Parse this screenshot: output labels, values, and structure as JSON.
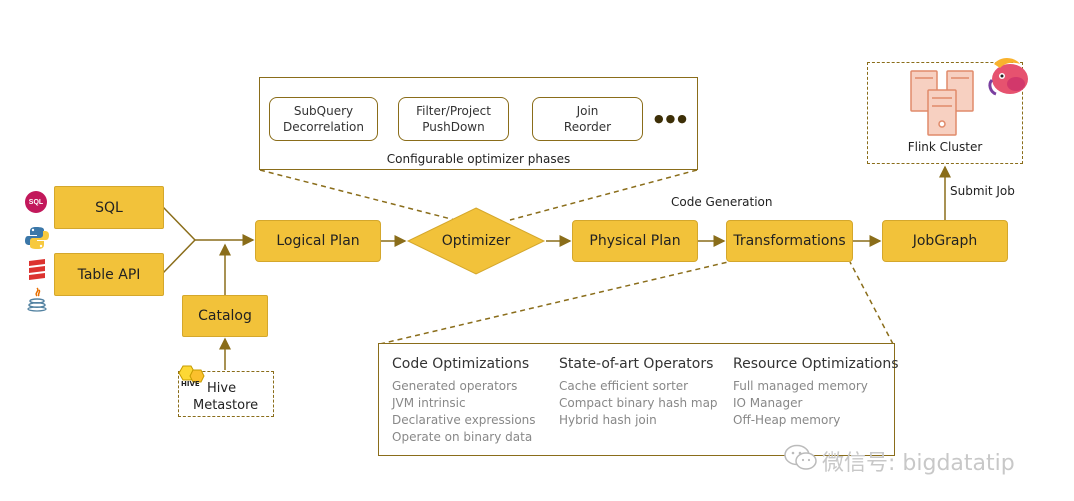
{
  "inputs": {
    "sql": "SQL",
    "table_api": "Table API",
    "catalog": "Catalog",
    "hive_line1": "Hive",
    "hive_line2": "Metastore",
    "hive_logo_text": "HIVE"
  },
  "pipeline": {
    "logical_plan": "Logical Plan",
    "optimizer": "Optimizer",
    "physical_plan": "Physical Plan",
    "transformations": "Transformations",
    "jobgraph": "JobGraph"
  },
  "optimizer_phases": {
    "phases": [
      {
        "line1": "SubQuery",
        "line2": "Decorrelation"
      },
      {
        "line1": "Filter/Project",
        "line2": "PushDown"
      },
      {
        "line1": "Join",
        "line2": "Reorder"
      }
    ],
    "ellipsis": "●●●",
    "caption": "Configurable optimizer phases"
  },
  "code_generation_label": "Code Generation",
  "submit_job_label": "Submit Job",
  "flink_cluster_label": "Flink Cluster",
  "sql_logo_text": "SQL",
  "details": {
    "columns": [
      {
        "title": "Code Optimizations",
        "items": [
          "Generated operators",
          "JVM intrinsic",
          "Declarative expressions",
          "Operate on binary data"
        ]
      },
      {
        "title": "State-of-art Operators",
        "items": [
          "Cache efficient sorter",
          "Compact binary hash map",
          "Hybrid hash join"
        ]
      },
      {
        "title": "Resource Optimizations",
        "items": [
          "Full managed memory",
          "IO Manager",
          "Off-Heap memory"
        ]
      }
    ]
  },
  "watermark": "微信号: bigdatatip",
  "colors": {
    "box_fill": "#f2c23a",
    "line": "#8a6d1a",
    "server": "#f0b9a4",
    "muted_text": "#888888"
  },
  "icons": [
    "sql-logo-icon",
    "python-logo-icon",
    "scala-logo-icon",
    "java-logo-icon",
    "hive-logo-icon",
    "server-icon",
    "flink-squirrel-icon",
    "wechat-icon"
  ]
}
